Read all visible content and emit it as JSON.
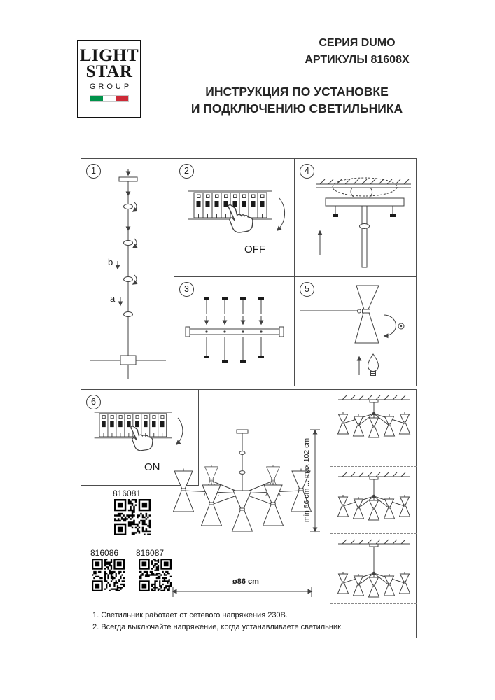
{
  "logo": {
    "line1": "LIGHT",
    "line2": "STAR",
    "line3": "GROUP",
    "flag_colors": [
      "#00924A",
      "#FFFFFF",
      "#CD2A37"
    ]
  },
  "header": {
    "series": "СЕРИЯ DUMO",
    "articles": "АРТИКУЛЫ 81608X",
    "title1": "ИНСТРУКЦИЯ ПО УСТАНОВКЕ",
    "title2": "И ПОДКЛЮЧЕНИЮ СВЕТИЛЬНИКА"
  },
  "steps": {
    "s1": "1",
    "s2": "2",
    "s3": "3",
    "s4": "4",
    "s5": "5",
    "s6": "6"
  },
  "labels": {
    "off": "OFF",
    "on": "ON",
    "a": "a",
    "b": "b"
  },
  "qr": [
    {
      "code": "816081"
    },
    {
      "code": "816086"
    },
    {
      "code": "816087"
    }
  ],
  "dimensions": {
    "height": "min 56 cm ... max 102 cm",
    "diameter": "ø86 cm"
  },
  "notes": {
    "n1": "1. Светильник работает от сетевого напряжения 230В.",
    "n2": "2. Всегда выключайте напряжение, когда устанавливаете светильник."
  },
  "ink_color": "#404040"
}
